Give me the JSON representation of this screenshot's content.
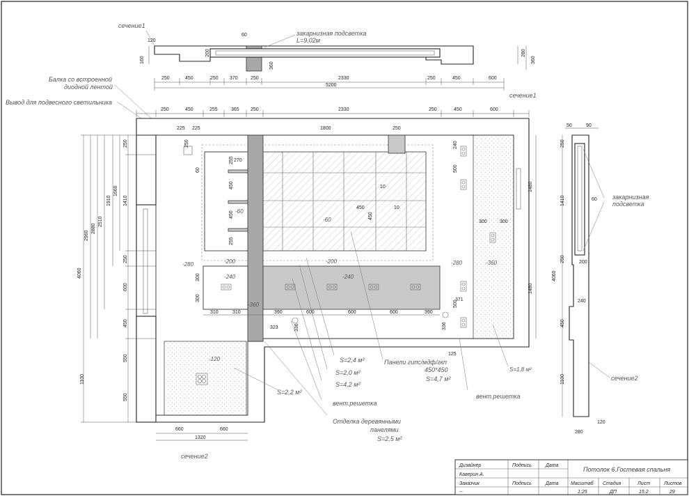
{
  "labels": {
    "section1_top": "сечение1",
    "cornice_light_top": "закарнизная подсветка",
    "cornice_length": "L=9,02м",
    "beam_led_1": "Балка со встроенной",
    "beam_led_2": "диодной лентой",
    "pendant_output": "Вывод для подвесного светильника",
    "section1_side": "сечение1",
    "cornice_light_side_1": "закарнизная",
    "cornice_light_side_2": "подсветка",
    "section2_side": "сечение2",
    "section2_bottom": "сечение2",
    "vent_grille_1": "вент.решетка",
    "vent_grille_2": "вент.решетка",
    "wood_panels_1": "Отделка деревянными",
    "wood_panels_2": "панелями",
    "panels_1": "Панели гипс/мдф/гкп",
    "panels_2": "450*450",
    "area_24": "S=2,4 м²",
    "area_20": "S=2,0 м²",
    "area_42": "S=4,2 м²",
    "area_22": "S=2,2 м²",
    "area_25": "S=2,5 м²",
    "area_47": "S=4,7 м²",
    "area_18": "S=1,8 м²"
  },
  "levels": {
    "l60a": "-60",
    "l60b": "-60",
    "l200a": "-200",
    "l200b": "-200",
    "l240a": "-240",
    "l240b": "-240",
    "l280a": "-280",
    "l280b": "-280",
    "l360a": "-360",
    "l360b": "-360",
    "l120": "-120"
  },
  "dims": {
    "top_section": {
      "d120": "120",
      "d160": "160",
      "d60": "60",
      "d200": "200",
      "d360": "360",
      "d280": "280",
      "d360r": "360",
      "row": [
        "250",
        "450",
        "250",
        "370",
        "250",
        "2330",
        "250",
        "450",
        "600"
      ],
      "total": "5200"
    },
    "plan_top_row": [
      "250",
      "450",
      "255",
      "365",
      "250",
      "2330",
      "250",
      "450",
      "600"
    ],
    "plan_inner": {
      "d225a": "225",
      "d225b": "225",
      "d1800": "1800",
      "d250": "250",
      "d250v": "250",
      "d60": "60",
      "d270": "270",
      "d255a": "255",
      "d450a": "450",
      "d450b": "450",
      "d255b": "255",
      "d10a": "10",
      "d10b": "10",
      "d450c": "450",
      "d450d": "450",
      "d240": "240",
      "d500a": "500",
      "d300a": "300",
      "d300b": "300",
      "d1480a": "1480",
      "d1480b": "1480",
      "d300c": "300",
      "d300d": "300",
      "d371": "371",
      "d500b": "500",
      "d336a": "336",
      "d125": "125",
      "d336b": "336",
      "d323": "323"
    },
    "plan_left": {
      "d4060": "4060",
      "d2960": "2960",
      "d2880": "2880",
      "d2510": "2510",
      "d1910": "1910",
      "d1660": "1660",
      "d250a": "250",
      "d1410": "1410",
      "d250b": "250",
      "d600": "600",
      "d450": "450",
      "d1100": "1100",
      "d550a": "550",
      "d550b": "550"
    },
    "plan_bottom_row": [
      "310",
      "310",
      "390",
      "600",
      "600",
      "600",
      "390"
    ],
    "plan_bottom": {
      "d660a": "660",
      "d660b": "660",
      "d1320": "1320"
    },
    "side_section": {
      "d50": "50",
      "d90": "90",
      "d250": "250",
      "d1410": "1410",
      "d60": "60",
      "d4060": "4060",
      "d250b": "250",
      "d200": "200",
      "d240": "240",
      "d450": "450",
      "d1100": "1100",
      "d120": "120",
      "d280": "280"
    }
  },
  "title_block": {
    "designer_label": "Дизайнер",
    "designer_name": "Каверин А.",
    "sign_label_1": "Подпись",
    "date_label_1": "Дата",
    "customer_label": "Заказчик",
    "sign_label_2": "Подпись",
    "date_label_2": "Дата",
    "customer_value": "--",
    "title": "Потолок 6.Гостевая спальня",
    "scale_label": "Масштаб",
    "stage_label": "Стадия",
    "sheet_label": "Лист",
    "sheets_label": "Листов",
    "scale_value": "1:25",
    "stage_value": "ДП",
    "sheet_value": "15.2",
    "sheets_value": "29"
  }
}
